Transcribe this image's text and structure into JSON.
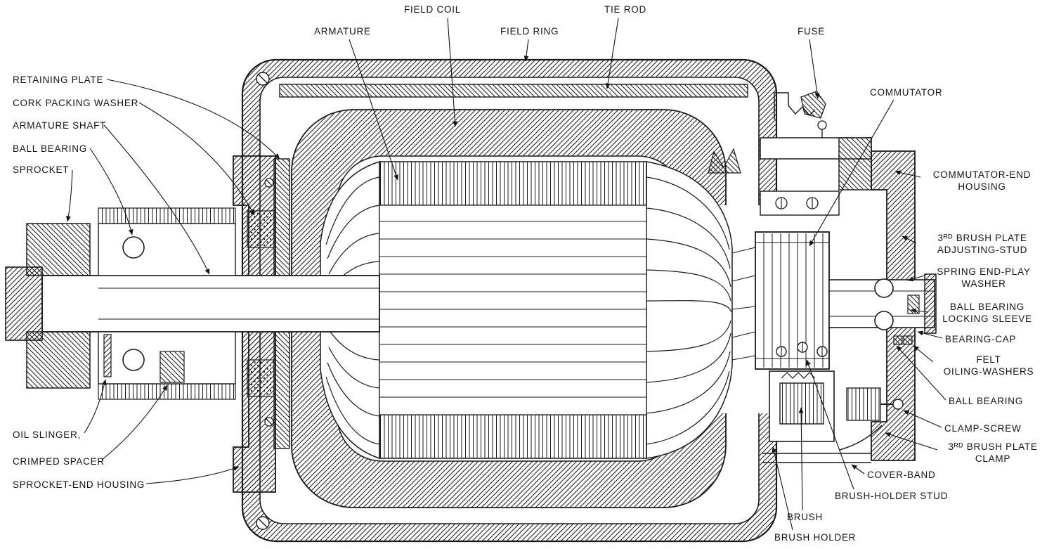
{
  "colors": {
    "ink": "#1a1a1a",
    "background": "#ffffff"
  },
  "labels": {
    "field_coil": "FIELD COIL",
    "tie_rod": "TIE ROD",
    "armature": "ARMATURE",
    "field_ring": "FIELD RING",
    "fuse": "FUSE",
    "commutator": "COMMUTATOR",
    "retaining_plate": "RETAINING PLATE",
    "cork_packing_washer": "CORK PACKING WASHER",
    "armature_shaft": "ARMATURE SHAFT",
    "ball_bearing_left": "BALL BEARING",
    "sprocket": "SPROCKET",
    "oil_slinger": "OIL SLINGER,",
    "crimped_spacer": "CRIMPED SPACER",
    "sprocket_end_housing": "SPROCKET-END HOUSING",
    "commutator_end_housing": "COMMUTATOR-END\nHOUSING",
    "third_brush_plate_adjusting_stud": "3ᴿᴰ BRUSH PLATE\nADJUSTING-STUD",
    "spring_end_play_washer": "SPRING END-PLAY\nWASHER",
    "ball_bearing_locking_sleeve": "BALL BEARING\nLOCKING SLEEVE",
    "bearing_cap": "BEARING-CAP",
    "felt_oiling_washers": "FELT\nOILING-WASHERS",
    "ball_bearing_right": "BALL BEARING",
    "clamp_screw": "CLAMP-SCREW",
    "third_brush_plate_clamp": "3ᴿᴰ BRUSH PLATE\nCLAMP",
    "cover_band": "COVER-BAND",
    "brush_holder_stud": "BRUSH-HOLDER STUD",
    "brush": "BRUSH",
    "brush_holder": "BRUSH HOLDER"
  }
}
